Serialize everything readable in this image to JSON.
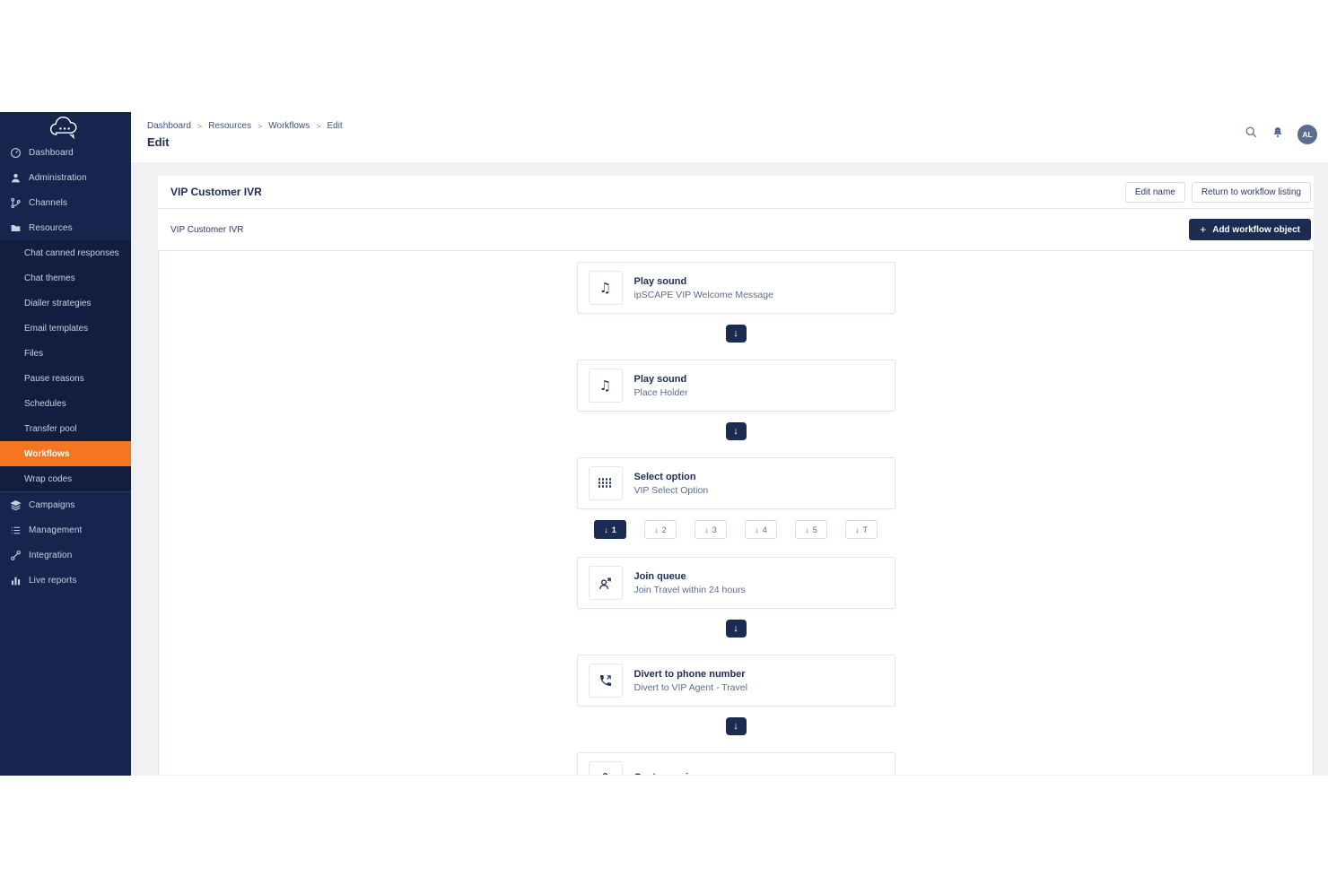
{
  "sidebar": {
    "items": [
      {
        "label": "Dashboard",
        "icon": "dashboard-icon"
      },
      {
        "label": "Administration",
        "icon": "administration-icon"
      },
      {
        "label": "Channels",
        "icon": "channels-icon"
      },
      {
        "label": "Resources",
        "icon": "resources-icon"
      }
    ],
    "resources_children": [
      "Chat canned responses",
      "Chat themes",
      "Dialler strategies",
      "Email templates",
      "Files",
      "Pause reasons",
      "Schedules",
      "Transfer pool",
      "Workflows",
      "Wrap codes"
    ],
    "active_child": "Workflows",
    "bottom_items": [
      {
        "label": "Campaigns",
        "icon": "campaigns-icon"
      },
      {
        "label": "Management",
        "icon": "management-icon"
      },
      {
        "label": "Integration",
        "icon": "integration-icon"
      },
      {
        "label": "Live reports",
        "icon": "live-reports-icon"
      }
    ]
  },
  "header": {
    "breadcrumb": [
      "Dashboard",
      "Resources",
      "Workflows",
      "Edit"
    ],
    "page_title": "Edit",
    "avatar_initials": "AL"
  },
  "panel": {
    "title": "VIP Customer IVR",
    "edit_name_label": "Edit name",
    "return_label": "Return to workflow listing",
    "workflow_name": "VIP Customer IVR",
    "add_object_label": "Add workflow object",
    "add_object_plus": "+"
  },
  "workflow": {
    "nodes": [
      {
        "title": "Play sound",
        "subtitle": "ipSCAPE VIP Welcome Message",
        "icon": "music-note-icon",
        "connector": "arrow"
      },
      {
        "title": "Play sound",
        "subtitle": "Place Holder",
        "icon": "music-note-icon",
        "connector": "arrow"
      },
      {
        "title": "Select option",
        "subtitle": "VIP Select Option",
        "icon": "dialpad-icon",
        "connector": "branch"
      },
      {
        "title": "Join queue",
        "subtitle": "Join Travel within 24 hours",
        "icon": "join-queue-icon",
        "connector": "arrow"
      },
      {
        "title": "Divert to phone number",
        "subtitle": "Divert to VIP Agent - Travel",
        "icon": "divert-phone-icon",
        "connector": "arrow"
      },
      {
        "title": "Capture voice",
        "subtitle": "",
        "icon": "capture-voice-icon",
        "connector": null
      }
    ],
    "connector_arrow": "↓",
    "branch_options": [
      {
        "label": "1",
        "selected": true
      },
      {
        "label": "2",
        "selected": false
      },
      {
        "label": "3",
        "selected": false
      },
      {
        "label": "4",
        "selected": false
      },
      {
        "label": "5",
        "selected": false
      },
      {
        "label": "T",
        "selected": false
      }
    ]
  },
  "colors": {
    "sidebar_navy": "#16254e",
    "submenu_navy": "#121e40",
    "accent_orange": "#f47621",
    "button_navy": "#1b2b52",
    "background_gray": "#f1f1f4",
    "avatar_slate": "#5b6d90"
  }
}
